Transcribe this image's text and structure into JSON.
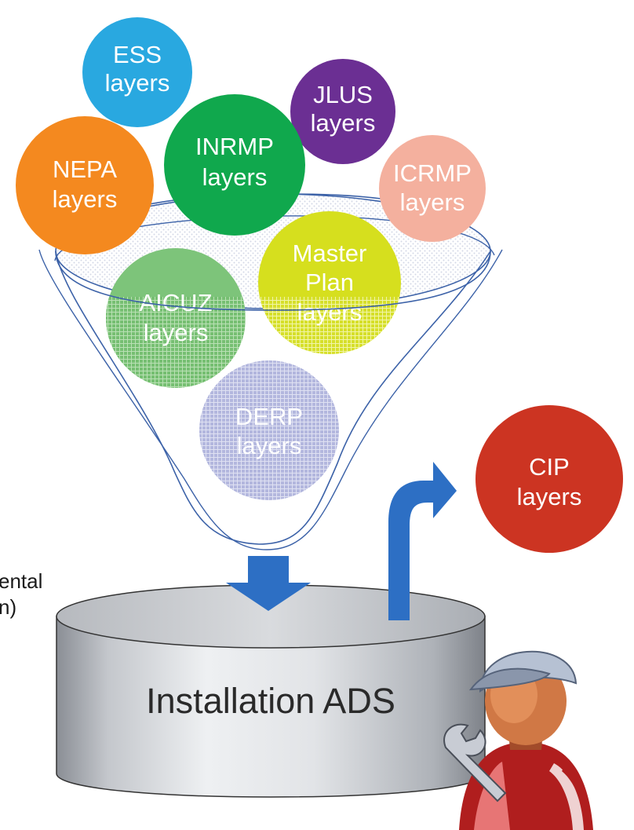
{
  "colors": {
    "funnel_stroke": "#3c62a8",
    "arrow_blue": "#2d6fc4",
    "db_body": "#c9ccd2",
    "text_white": "#ffffff"
  },
  "layers": {
    "ess": {
      "line1": "ESS",
      "line2": "layers",
      "color": "#29a8e0"
    },
    "jlus": {
      "line1": "JLUS",
      "line2": "layers",
      "color": "#6b2f93"
    },
    "nepa": {
      "line1": "NEPA",
      "line2": "layers",
      "color": "#f4891f"
    },
    "inrmp": {
      "line1": "INRMP",
      "line2": "layers",
      "color": "#10a84d"
    },
    "icrmp": {
      "line1": "ICRMP",
      "line2": "layers",
      "color": "#f4b09e"
    },
    "masterplan": {
      "line1": "Master",
      "line2": "Plan",
      "line3": "layers",
      "color": "#d4de1c"
    },
    "aicuz": {
      "line1": "AICUZ",
      "line2": "layers",
      "color": "#76bf72"
    },
    "derp": {
      "line1": "DERP",
      "line2": "layers",
      "color": "#aeb4dc"
    },
    "cip": {
      "line1": "CIP",
      "line2": "layers",
      "color": "#cc3422"
    }
  },
  "database": {
    "label": "Installation ADS"
  },
  "side_caption": {
    "line1": "ental",
    "line2": "n)"
  },
  "icons": {
    "technician": "technician-with-wrench-icon"
  }
}
